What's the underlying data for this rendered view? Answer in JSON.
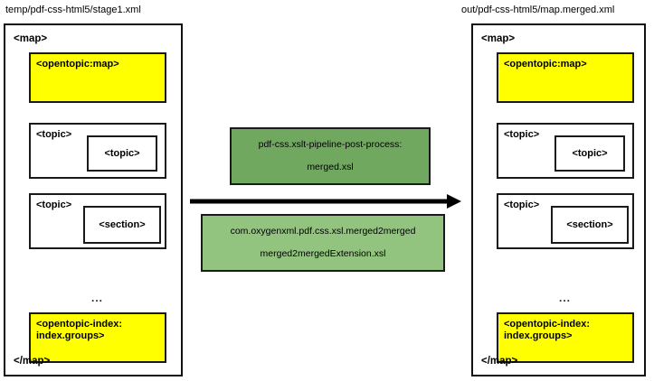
{
  "diagram": {
    "type": "flow",
    "title": "DITA map merge pipeline",
    "colors": {
      "highlight_block": "#ffff00",
      "transform_top": "#71a85f",
      "transform_bottom": "#92c47f",
      "stroke": "#1a1a1a",
      "background": "#ffffff"
    }
  },
  "left_panel": {
    "caption": "temp/pdf-css-html5/stage1.xml",
    "open_tag": "<map>",
    "close_tag": "</map>",
    "children": [
      {
        "label": "<opentopic:map>",
        "highlight": true
      },
      {
        "label": "<topic>",
        "inner_label": "<topic>",
        "highlight": false
      },
      {
        "label": "<topic>",
        "inner_label": "<section>",
        "highlight": false
      },
      {
        "label": "...",
        "kind": "ellipsis"
      },
      {
        "label": "<opentopic-index:\nindex.groups>",
        "highlight": true
      }
    ]
  },
  "right_panel": {
    "caption": "out/pdf-css-html5/map.merged.xml",
    "open_tag": "<map>",
    "close_tag": "</map>",
    "children": [
      {
        "label": "<opentopic:map>",
        "highlight": true
      },
      {
        "label": "<topic>",
        "inner_label": "<topic>",
        "highlight": false
      },
      {
        "label": "<topic>",
        "inner_label": "<section>",
        "highlight": false
      },
      {
        "label": "...",
        "kind": "ellipsis"
      },
      {
        "label": "<opentopic-index:\nindex.groups>",
        "highlight": true
      }
    ]
  },
  "transforms": [
    {
      "line1": "pdf-css.xslt-pipeline-post-process:",
      "line2": "merged.xsl",
      "color": "#71a85f"
    },
    {
      "line1": "com.oxygenxml.pdf.css.xsl.merged2merged",
      "line2": "merged2mergedExtension.xsl",
      "color": "#92c47f"
    }
  ],
  "arrow": {
    "direction": "right",
    "name": "transform-arrow"
  }
}
